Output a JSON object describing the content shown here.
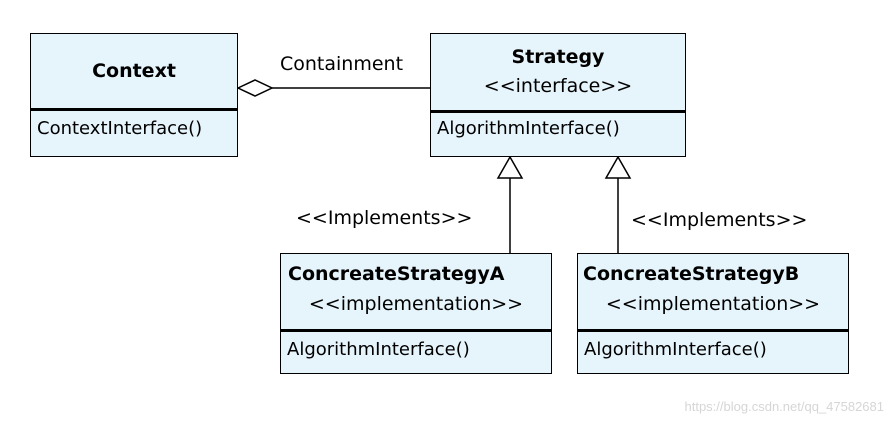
{
  "diagram": {
    "context": {
      "name": "Context",
      "operation": "ContextInterface()"
    },
    "strategy": {
      "name": "Strategy",
      "stereotype": "<<interface>>",
      "operation": "AlgorithmInterface()"
    },
    "concrete_a": {
      "name": "ConcreateStrategyA",
      "stereotype": "<<implementation>>",
      "operation": "AlgorithmInterface()"
    },
    "concrete_b": {
      "name": "ConcreateStrategyB",
      "stereotype": "<<implementation>>",
      "operation": "AlgorithmInterface()"
    },
    "relations": {
      "containment_label": "Containment",
      "implements_a_label": "<<Implements>>",
      "implements_b_label": "<<Implements>>"
    }
  },
  "watermark": "https://blog.csdn.net/qq_47582681"
}
